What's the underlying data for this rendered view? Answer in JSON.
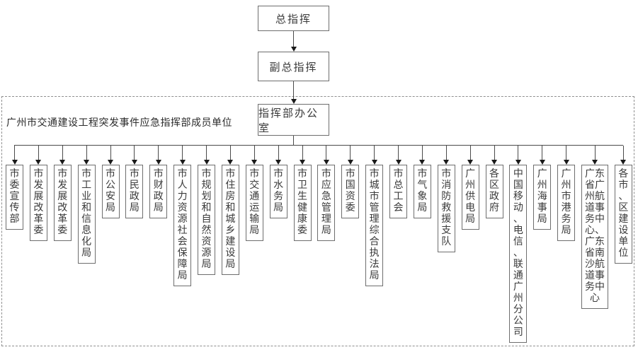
{
  "hierarchy": {
    "commander": "总指挥",
    "deputy_commander": "副总指挥",
    "office": "指挥部办公室"
  },
  "member_group": {
    "label": "广州市交通建设工程突发事件应急指挥部成员单位",
    "units": [
      {
        "name": "市委宣传部",
        "wide": false
      },
      {
        "name": "市发展改革委",
        "wide": false
      },
      {
        "name": "市发展改革委",
        "wide": false
      },
      {
        "name": "市工业和信息化局",
        "wide": false
      },
      {
        "name": "市公安局",
        "wide": false
      },
      {
        "name": "市民政局",
        "wide": false
      },
      {
        "name": "市财政局",
        "wide": false
      },
      {
        "name": "市人力资源社会保障局",
        "wide": false
      },
      {
        "name": "市规划和自然资源局",
        "wide": false
      },
      {
        "name": "市住房和城乡建设局",
        "wide": false
      },
      {
        "name": "市交通运输局",
        "wide": false
      },
      {
        "name": "市水务局",
        "wide": false
      },
      {
        "name": "市卫生健康委",
        "wide": false
      },
      {
        "name": "市应急管理局",
        "wide": false
      },
      {
        "name": "市国资委",
        "wide": false
      },
      {
        "name": "市城市管理综合执法局",
        "wide": false
      },
      {
        "name": "市总工会",
        "wide": false
      },
      {
        "name": "市气象局",
        "wide": false
      },
      {
        "name": "市消防救援支队",
        "wide": false
      },
      {
        "name": "广州供电局",
        "wide": false
      },
      {
        "name": "各区政府",
        "wide": false
      },
      {
        "name": "中国移动、电信、联通广州分公司",
        "wide": false
      },
      {
        "name": "广州海事局",
        "wide": false
      },
      {
        "name": "广州市港务局",
        "wide": false
      },
      {
        "name": "广东省广州航道事务中心、广东省南沙航道事务中心",
        "wide": true
      },
      {
        "name": "各市、区建设单位",
        "wide": false
      }
    ]
  },
  "colors": {
    "background": "#ffffff",
    "box_border": "#6e6e6e",
    "dashed_border": "#8f8f8f",
    "connector_line": "#4a4a4a",
    "arrowhead": "#1a1a1a",
    "text": "#3a3a3a"
  }
}
